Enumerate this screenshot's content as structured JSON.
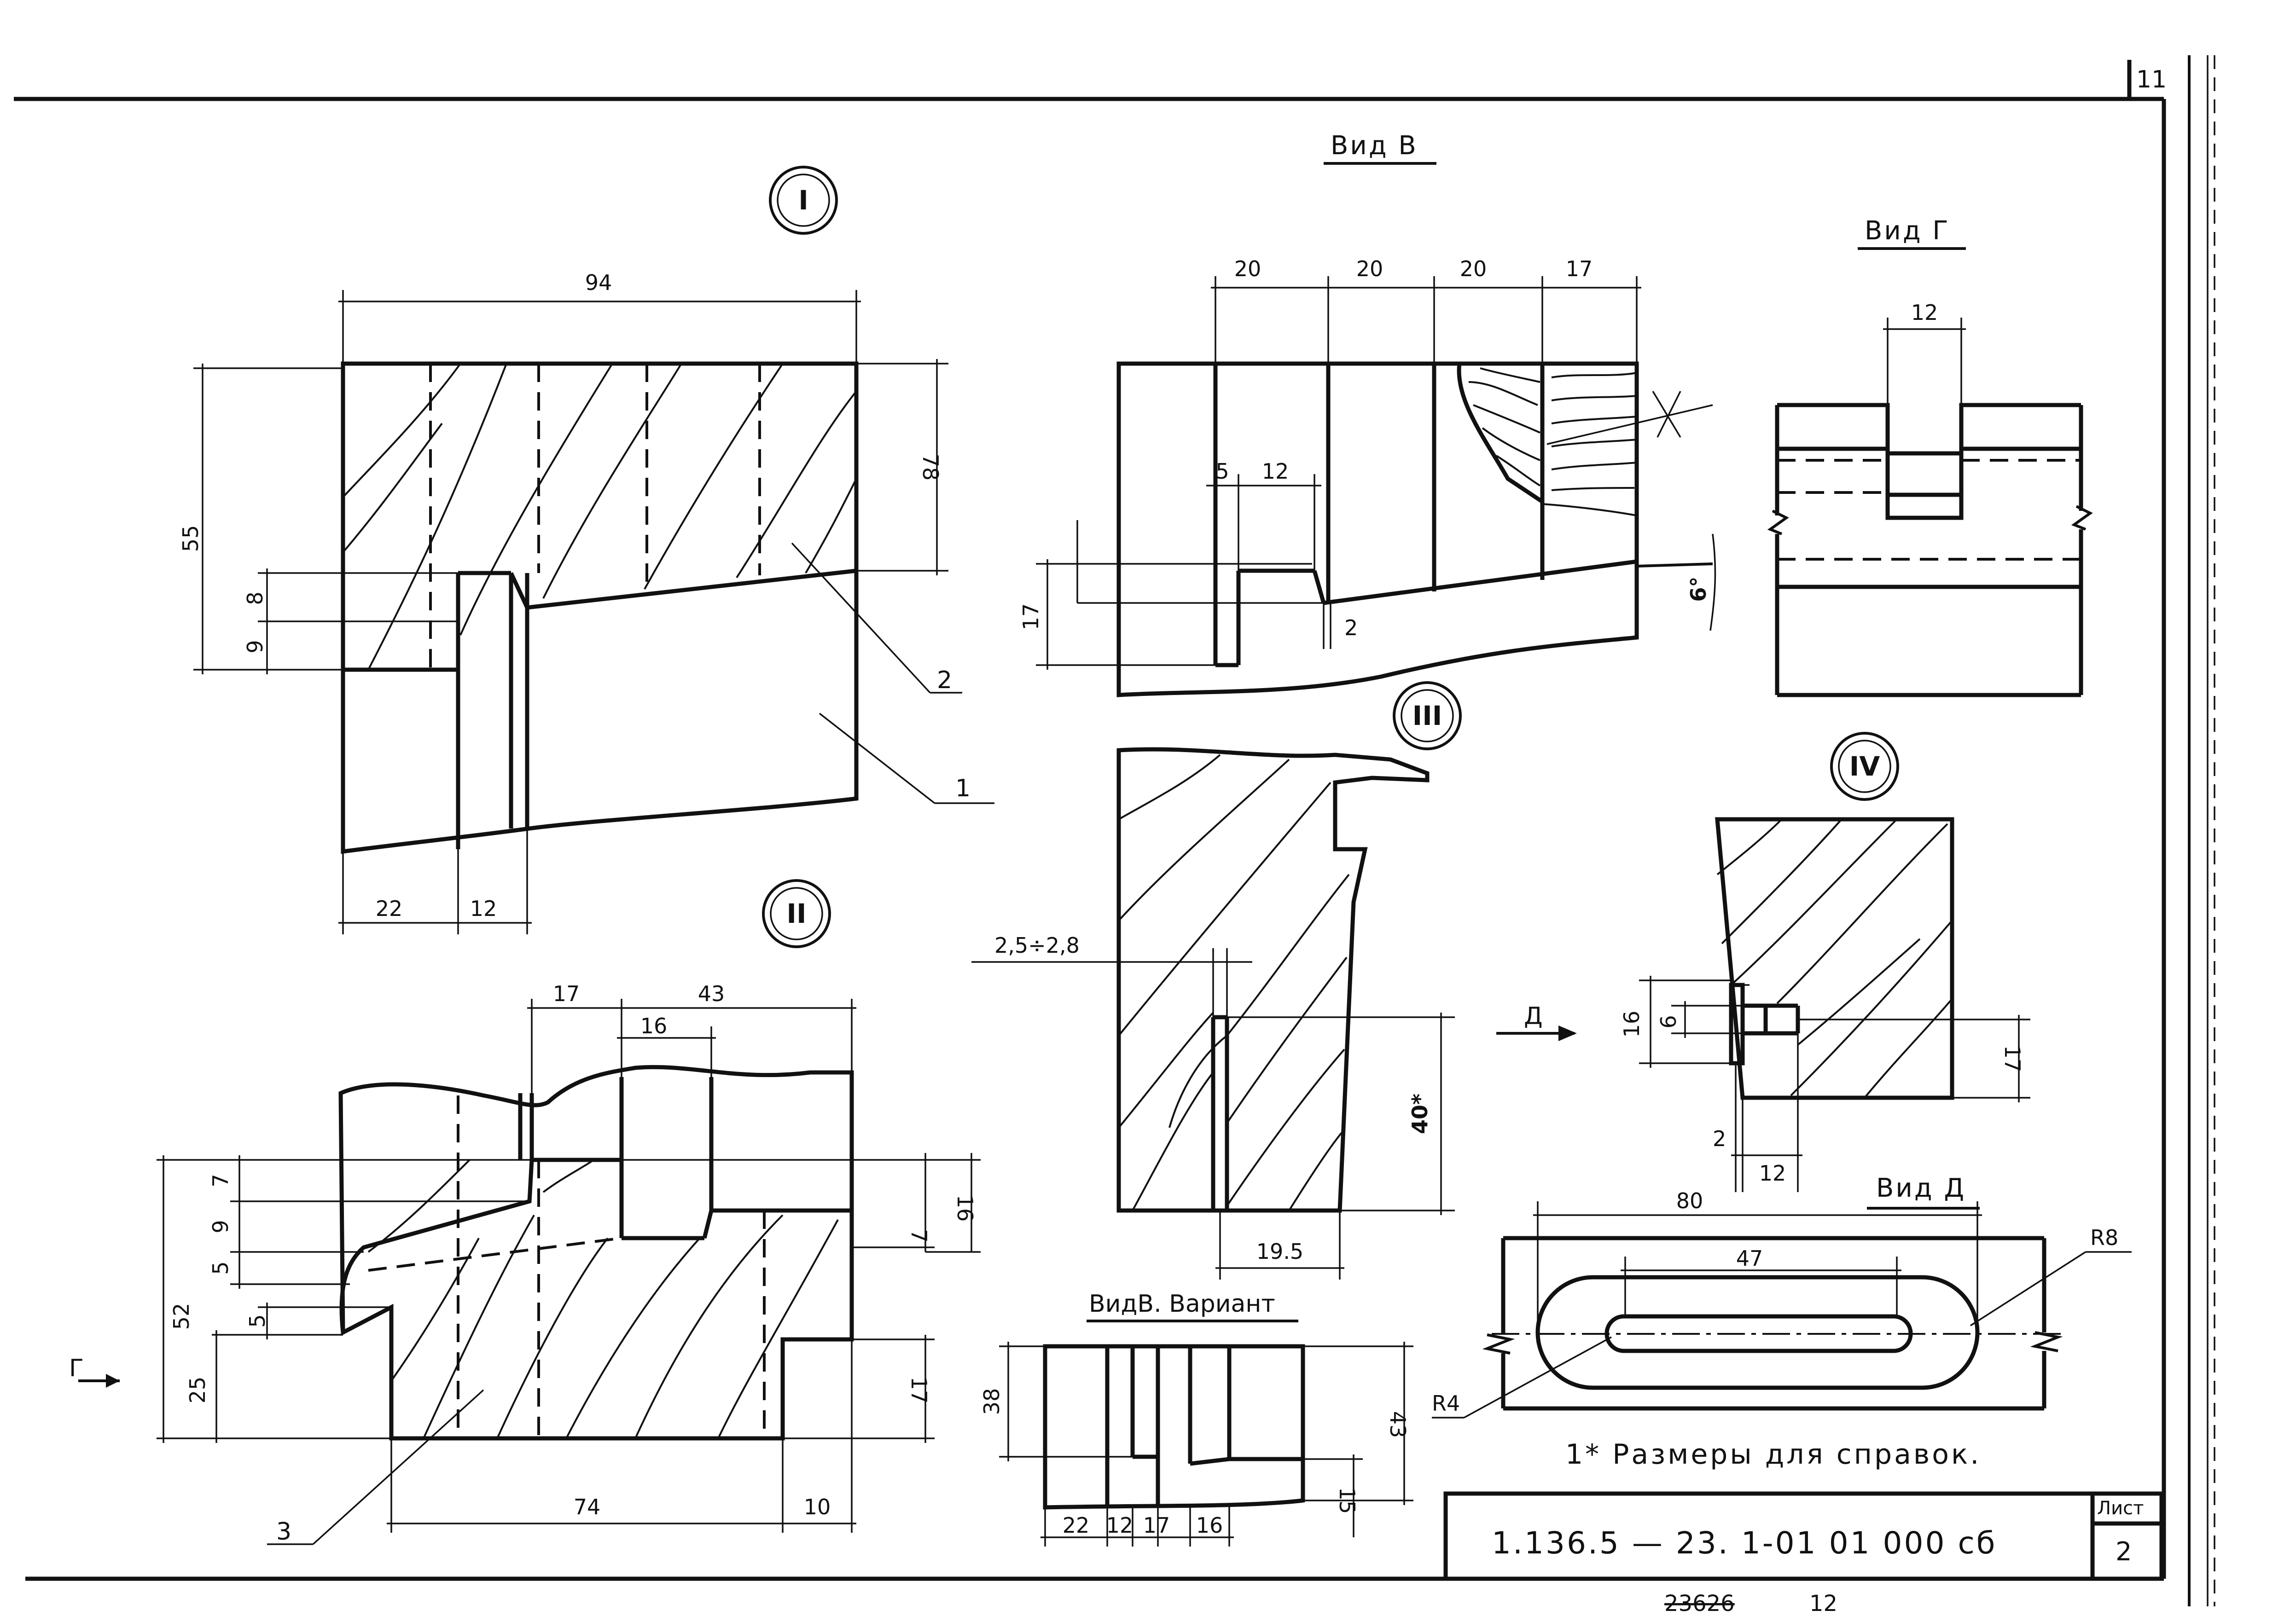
{
  "sheet_corner_number": "11",
  "view_titles": {
    "vid_v": "Вид В",
    "vid_g": "Вид Г",
    "vid_d": "Вид Д",
    "vid_v_variant": "ВидВ. Вариант"
  },
  "node_markers": {
    "I": "I",
    "II": "II",
    "III": "III",
    "IV": "IV"
  },
  "direction_arrows": {
    "d": "Д",
    "g": "Г"
  },
  "callouts": {
    "c1": "1",
    "c2": "2",
    "c3": "3"
  },
  "node_I": {
    "d94": "94",
    "d55": "55",
    "d78": "78",
    "d8": "8",
    "d9": "9",
    "d22": "22",
    "d12": "12"
  },
  "vid_v": {
    "d20a": "20",
    "d20b": "20",
    "d20c": "20",
    "d17": "17",
    "d5": "5",
    "d12": "12",
    "d17v": "17",
    "d2": "2",
    "angle": "6°"
  },
  "vid_g": {
    "d12": "12"
  },
  "node_II": {
    "d17": "17",
    "d43": "43",
    "d16": "16",
    "d7": "7",
    "d9": "9",
    "d5": "5",
    "d5b": "5",
    "d52": "52",
    "d25": "25",
    "d7r": "7",
    "d16r": "16",
    "d17r": "17",
    "d74": "74",
    "d10": "10"
  },
  "node_III": {
    "gap": "2,5÷2,8",
    "d40": "40*",
    "d19_5": "19.5"
  },
  "node_IV": {
    "d16": "16",
    "d6": "6",
    "d17": "17",
    "d2": "2",
    "d12": "12"
  },
  "vid_d": {
    "d80": "80",
    "d47": "47",
    "r8": "R8",
    "r4": "R4"
  },
  "variant": {
    "d38": "38",
    "d43": "43",
    "d15": "15",
    "d22": "22",
    "d12": "12",
    "d17": "17",
    "d16": "16"
  },
  "note": "1* Размеры для справок.",
  "title_block": {
    "doc_code": "1.136.5 — 23. 1-01 01 000 сб",
    "sheet_label": "Лист",
    "sheet_number": "2"
  },
  "archive": {
    "number": "23626",
    "sheet": "12"
  }
}
